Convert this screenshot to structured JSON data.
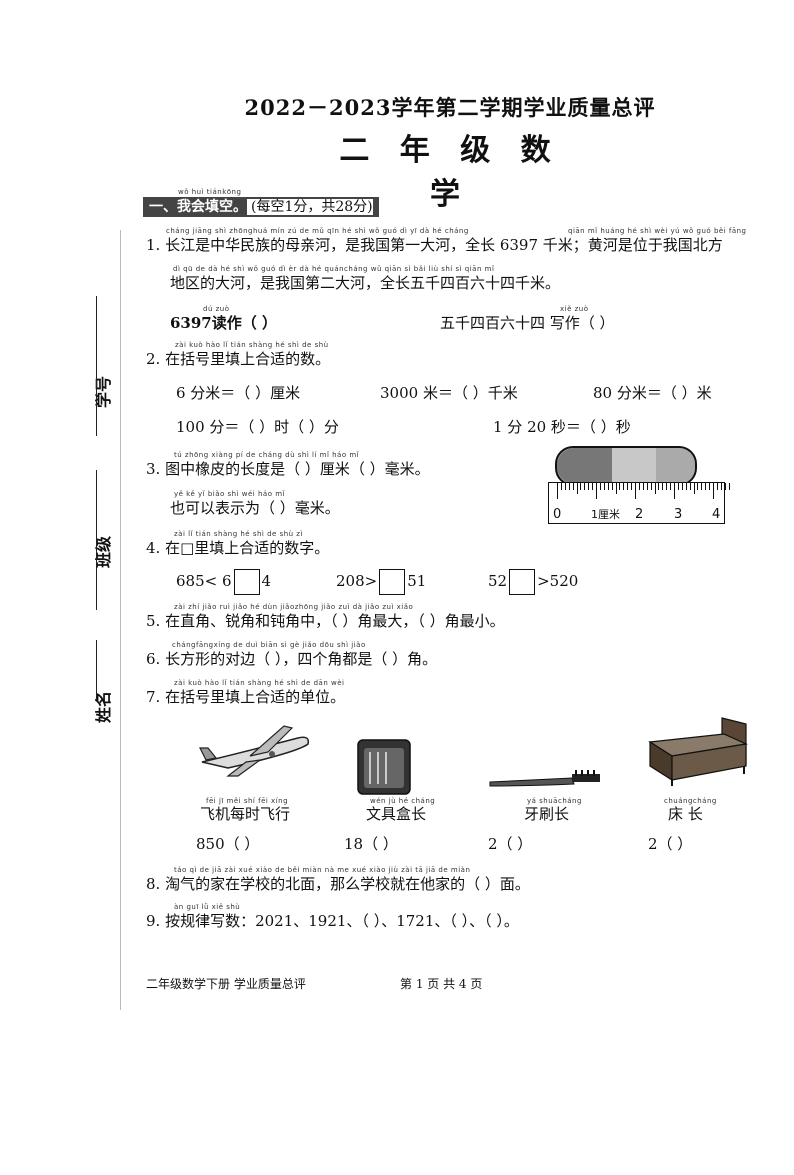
{
  "header": {
    "title": "2022－2023学年第二学期学业质量总评",
    "subtitle": "二 年 级 数 学"
  },
  "side": {
    "id_label": "学号",
    "class_label": "班级",
    "name_label": "姓名"
  },
  "section1": {
    "pinyin": "wǒ huì tiánkōng",
    "label": "一、我会填空。",
    "points": "(每空1分，共28分)"
  },
  "q1": {
    "pinyin1": "cháng jiāng shì zhōnghuá mín zú de mǔ qīn hé  shì wǒ guó dì  yī  dà  hé   cháng",
    "pinyin1b": "qiān mǐ    huáng hé shì wèi yú wǒ guó běi fāng",
    "line1": "1. 长江是中华民族的母亲河，是我国第一大河，全长 6397 千米；黄河是位于我国北方",
    "pinyin2": "dì  qū  de  dà  hé    shì wǒ guó dì  èr  dà  hé    quáncháng wǔ qiān sì  bǎi liù shí sì  qiān mǐ",
    "line2": "地区的大河，是我国第二大河，全长五千四百六十四千米。",
    "pinyin3a": "dú zuò",
    "pinyin3b": "xiě zuò",
    "line3a": "6397读作（              ）",
    "line3b": "五千四百六十四  写作（          ）"
  },
  "q2": {
    "pinyin": "zài kuò hào lǐ tián shàng hé shì de shù",
    "line": "2. 在括号里填上合适的数。",
    "row1a": "6 分米＝（      ）厘米",
    "row1b": "3000 米＝（      ）千米",
    "row1c": "80 分米＝（      ）米",
    "row2a": "100 分＝（      ）时（      ）分",
    "row2b": "1 分 20 秒＝（      ）秒"
  },
  "q3": {
    "pinyin1": "tú zhōng xiàng pí de cháng dù shì         lí  mǐ            háo mǐ",
    "line1": "3. 图中橡皮的长度是（      ）厘米（      ）毫米。",
    "pinyin2": "yě  kě  yǐ  biǎo shì wéi                háo mǐ",
    "line2": "也可以表示为（      ）毫米。",
    "ruler_labels": [
      "0",
      "1厘米",
      "2",
      "3",
      "4"
    ]
  },
  "q4": {
    "pinyin": "zài   lǐ tián shàng hé shì de shù zì",
    "line": "4. 在□里填上合适的数字。",
    "a_left": "685< 6",
    "a_right": "4",
    "b_left": "208>",
    "b_right": "51",
    "c_left": "52",
    "c_right": ">520"
  },
  "q5": {
    "pinyin": "zài zhí jiǎo   ruì jiǎo hé dùn jiǎozhōng            jiǎo zuì dà              jiǎo zuì xiǎo",
    "line": "5. 在直角、锐角和钝角中，（          ）角最大，（          ）角最小。"
  },
  "q6": {
    "pinyin": "chángfāngxíng de duì biān                  sì  gè jiǎo dōu shì             jiǎo",
    "line": "6. 长方形的对边（          ），四个角都是（        ）角。"
  },
  "q7": {
    "pinyin": "zài kuò hào lǐ tián shàng hé shì de dān wèi",
    "line": "7. 在括号里填上合适的单位。",
    "items": [
      {
        "pinyin": "fēi jī měi shí fēi xíng",
        "label": "飞机每时飞行",
        "answer": "850（          ）"
      },
      {
        "pinyin": "wén jù hé cháng",
        "label": "文具盒长",
        "answer": "18（          ）"
      },
      {
        "pinyin": "yá shuācháng",
        "label": "牙刷长",
        "answer": "2（          ）"
      },
      {
        "pinyin": "chuángcháng",
        "label": "床  长",
        "answer": "2（          ）"
      }
    ]
  },
  "q8": {
    "pinyin": "táo qì de jiā zài xué xiào de běi miàn   nà me xué xiào jiù zài tā jiā de            miàn",
    "line": "8. 淘气的家在学校的北面，那么学校就在他家的（      ）面。"
  },
  "q9": {
    "pinyin": "àn guī lǜ xiě shù",
    "line": "9. 按规律写数：2021、1921、（          ）、1721、（          ）、（          ）。"
  },
  "footer": {
    "left": "二年级数学下册   学业质量总评",
    "right": "第 1 页 共 4 页"
  }
}
